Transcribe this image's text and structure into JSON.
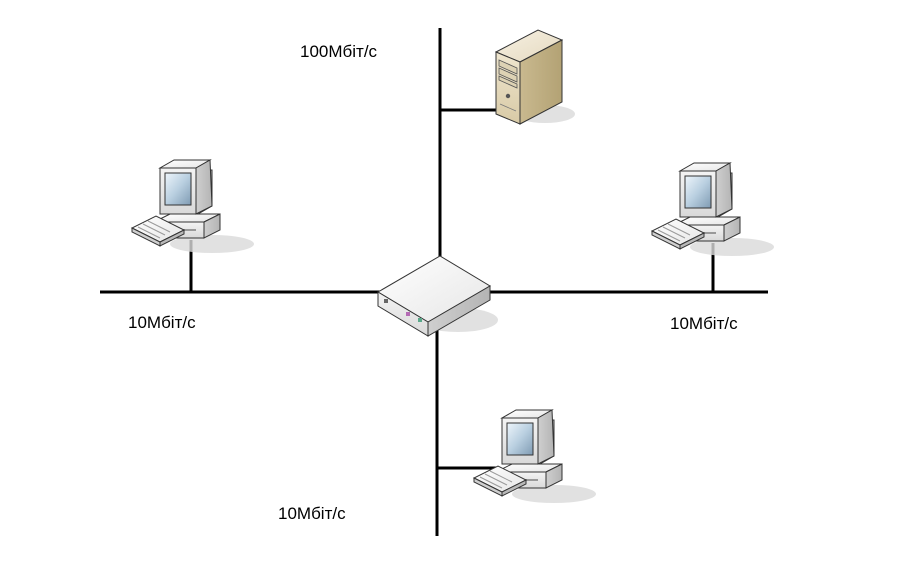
{
  "diagram": {
    "labels": {
      "top": "100Мбіт/с",
      "left": "10Мбіт/с",
      "right": "10Мбіт/с",
      "bottom": "10Мбіт/с"
    },
    "nodes": [
      {
        "id": "hub",
        "kind": "switch"
      },
      {
        "id": "server",
        "kind": "server"
      },
      {
        "id": "pc-left",
        "kind": "workstation"
      },
      {
        "id": "pc-right",
        "kind": "workstation"
      },
      {
        "id": "pc-bottom",
        "kind": "workstation"
      }
    ],
    "links": [
      {
        "from": "hub",
        "to": "server",
        "speed": "100Мбіт/с"
      },
      {
        "from": "hub",
        "to": "pc-left",
        "speed": "10Мбіт/с"
      },
      {
        "from": "hub",
        "to": "pc-right",
        "speed": "10Мбіт/с"
      },
      {
        "from": "hub",
        "to": "pc-bottom",
        "speed": "10Мбіт/с"
      }
    ]
  }
}
